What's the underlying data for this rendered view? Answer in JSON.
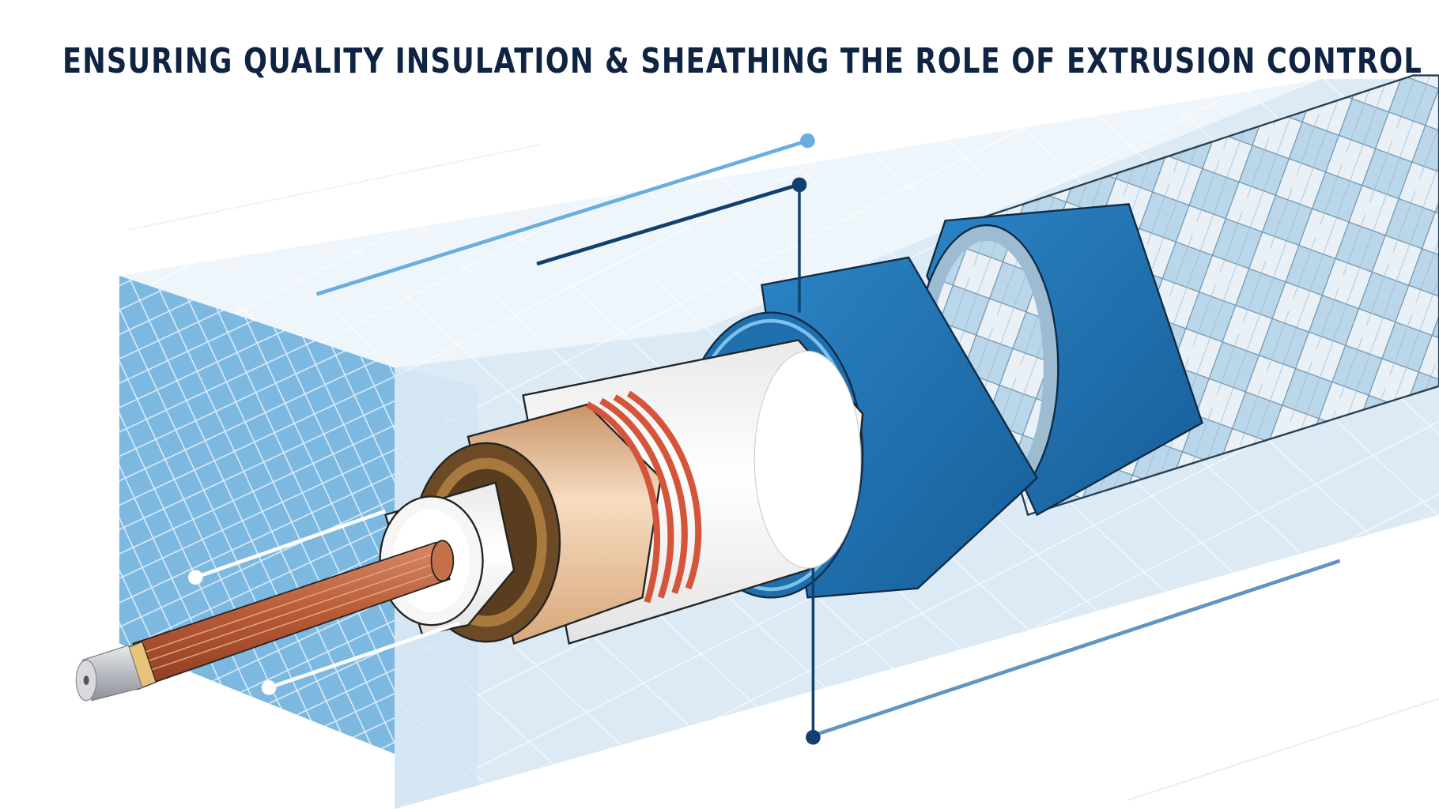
{
  "title": "ENSURING QUALITY INSULATION & SHEATHING THE ROLE OF EXTRUSION CONTROL",
  "illustration": {
    "subject": "coaxial cable cutaway",
    "layers": [
      {
        "name": "conductor-tip",
        "color": "#c9ccd1"
      },
      {
        "name": "copper-stranded-conductor",
        "color": "#c0653f"
      },
      {
        "name": "inner-insulation",
        "color": "#f4f4f4"
      },
      {
        "name": "copper-shield-bands",
        "color": "#d9a77a"
      },
      {
        "name": "white-insulation",
        "color": "#f7f7f7"
      },
      {
        "name": "blue-sheath",
        "color": "#1f6fad"
      },
      {
        "name": "braided-outer-jacket",
        "color": "#b9d6ea"
      }
    ],
    "callouts": [
      {
        "id": "callout-1",
        "color": "#6aaee0"
      },
      {
        "id": "callout-2",
        "color": "#123f6e"
      },
      {
        "id": "callout-3",
        "color": "#ffffff"
      },
      {
        "id": "callout-4",
        "color": "#ffffff"
      },
      {
        "id": "callout-5",
        "color": "#123f6e"
      }
    ],
    "colors": {
      "title": "#0f2342",
      "panel_front": "#7db8e0",
      "panel_top": "#d7e8f4",
      "grid_line": "#ffffff",
      "navy": "#123f6e",
      "sky": "#6aaee0"
    }
  }
}
